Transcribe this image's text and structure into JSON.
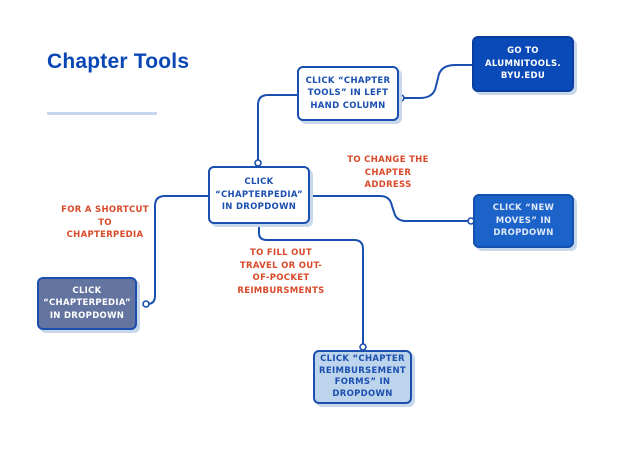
{
  "title": "Chapter Tools",
  "colors": {
    "title": "#0a47b5",
    "connector": "#1a4fb0",
    "note": "#d94a2a",
    "node_dark": "#0a49b8",
    "node_mid": "#1c63c9",
    "node_slate": "#6474a0",
    "node_light": "#bdd5ec"
  },
  "nodes": {
    "go_to_alumnitools": {
      "lines": [
        "GO TO",
        "ALUMNITOOLS.",
        "BYU.EDU"
      ]
    },
    "click_chapter_tools": {
      "lines": [
        "CLICK “CHAPTER",
        "TOOLS” IN LEFT",
        "HAND COLUMN"
      ]
    },
    "click_chapterpedia_main": {
      "lines": [
        "CLICK",
        "“CHAPTERPEDIA”",
        "IN DROPDOWN"
      ]
    },
    "click_new_moves": {
      "lines": [
        "CLICK “NEW",
        "MOVES” IN",
        "DROPDOWN"
      ]
    },
    "click_chapterpedia_shortcut": {
      "lines": [
        "CLICK",
        "“CHAPTERPEDIA”",
        "IN DROPDOWN"
      ]
    },
    "click_reimbursement_forms": {
      "lines": [
        "CLICK “CHAPTER",
        "REIMBURSEMENT",
        "FORMS” IN",
        "DROPDOWN"
      ]
    }
  },
  "notes": {
    "change_address": {
      "lines": [
        "TO CHANGE THE",
        "CHAPTER",
        "ADDRESS"
      ]
    },
    "shortcut": {
      "lines": [
        "FOR A SHORTCUT",
        "TO",
        "CHAPTERPEDIA"
      ]
    },
    "reimbursements": {
      "lines": [
        "TO FILL OUT",
        "TRAVEL OR OUT-",
        "OF-POCKET",
        "REIMBURSMENTS"
      ]
    }
  }
}
